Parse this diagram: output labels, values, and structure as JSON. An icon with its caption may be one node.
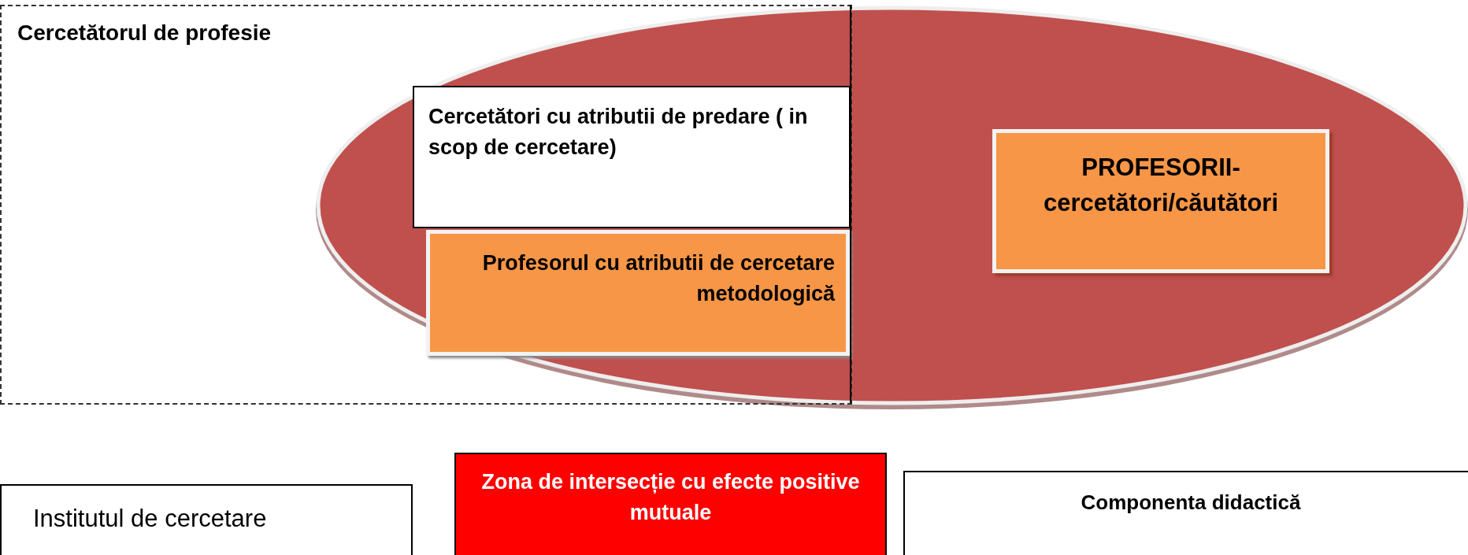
{
  "diagram": {
    "nodes": [
      {
        "text": [
          "Cercetătorul de profesie"
        ]
      },
      {
        "text": [],
        "shape": "ellipse"
      },
      {
        "text": [
          "Cercetători cu atributii de predare ( in scop de cercetare)"
        ]
      },
      {
        "text": [
          "Profesorul cu atributii de cercetare metodologică"
        ]
      },
      {
        "text": [
          "PROFESORII- cercetători/căutători"
        ],
        "in": 1
      },
      {
        "text": [
          "Institutul de cercetare"
        ]
      },
      {
        "text": [
          "Zona de intersecție cu efecte positive mutuale"
        ]
      },
      {
        "text": [
          "Componenta didactică"
        ]
      }
    ]
  }
}
